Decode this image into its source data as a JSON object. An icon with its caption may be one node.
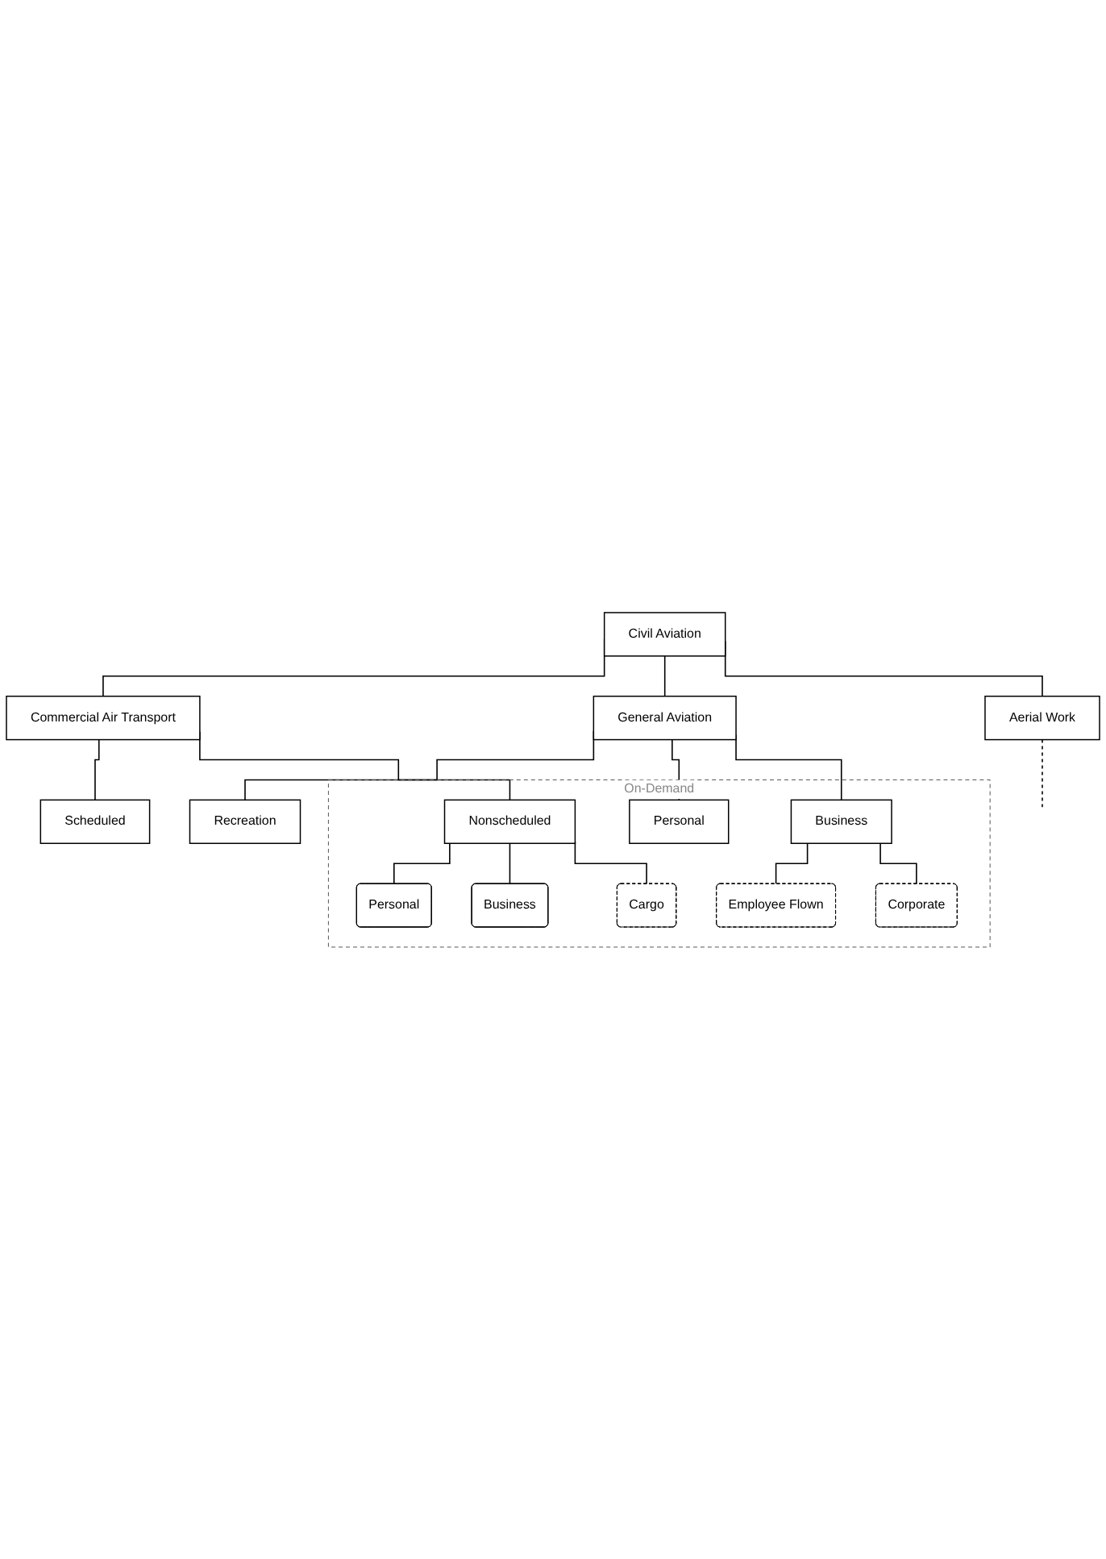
{
  "diagram": {
    "nodes": [
      {
        "text": [
          "Civil Aviation"
        ]
      },
      {
        "text": [
          "Commercial Air Transport"
        ]
      },
      {
        "text": [
          "General Aviation"
        ]
      },
      {
        "text": [
          "Aerial Work"
        ]
      },
      {
        "text": [
          "Scheduled"
        ]
      },
      {
        "text": [
          "Recreation"
        ]
      },
      {
        "text": [
          "On-Demand"
        ]
      },
      {
        "text": [
          "Nonscheduled"
        ],
        "in": 6
      },
      {
        "text": [
          "Personal"
        ],
        "in": 6
      },
      {
        "text": [
          "Personal"
        ],
        "in": 6
      },
      {
        "text": [
          "Business"
        ],
        "in": 6
      },
      {
        "text": [
          "Business"
        ],
        "in": 6
      },
      {
        "text": [
          "Employee Flown"
        ],
        "in": 6
      },
      {
        "text": [
          "Cargo"
        ],
        "in": 6
      },
      {
        "text": [
          "Corporate"
        ],
        "in": 6
      }
    ],
    "edges": [
      {
        "from": 0,
        "to": 1,
        "arrow": "none"
      },
      {
        "from": 0,
        "to": 2,
        "arrow": "none"
      },
      {
        "from": 0,
        "to": 3,
        "arrow": "none"
      },
      {
        "from": 1,
        "to": 4,
        "arrow": "none"
      },
      {
        "from": 1,
        "to": 7,
        "arrow": "none"
      },
      {
        "from": 2,
        "to": 5,
        "arrow": "none"
      },
      {
        "from": 2,
        "to": 9,
        "arrow": "none"
      },
      {
        "from": 2,
        "to": 11,
        "arrow": "none"
      },
      {
        "from": 7,
        "to": 8,
        "arrow": "none"
      },
      {
        "from": 7,
        "to": 10,
        "arrow": "none"
      },
      {
        "from": 7,
        "to": 13,
        "arrow": "none"
      },
      {
        "from": 11,
        "to": 12,
        "arrow": "none"
      },
      {
        "from": 11,
        "to": 14,
        "arrow": "none"
      },
      {
        "from": 3,
        "to": null,
        "arrow": "none",
        "style": "dashed"
      }
    ]
  }
}
